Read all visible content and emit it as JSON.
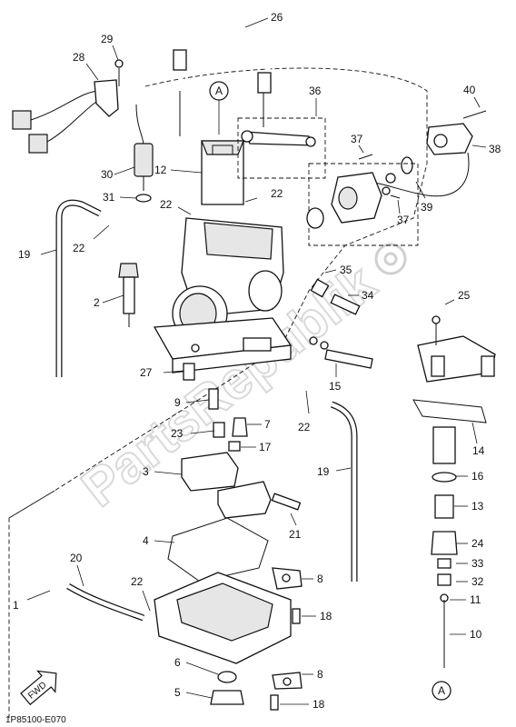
{
  "diagram": {
    "reference_code": "1P85100-E070",
    "watermark": "PartsRepublik",
    "fwd_label": "FWD",
    "connector_a_label": "A",
    "callouts": [
      "1",
      "2",
      "3",
      "4",
      "5",
      "6",
      "7",
      "8",
      "9",
      "10",
      "11",
      "12",
      "13",
      "14",
      "15",
      "16",
      "17",
      "18",
      "19",
      "20",
      "21",
      "22",
      "23",
      "24",
      "25",
      "26",
      "27",
      "28",
      "29",
      "30",
      "31",
      "32",
      "33",
      "34",
      "35",
      "36",
      "37",
      "38",
      "39",
      "40"
    ]
  }
}
